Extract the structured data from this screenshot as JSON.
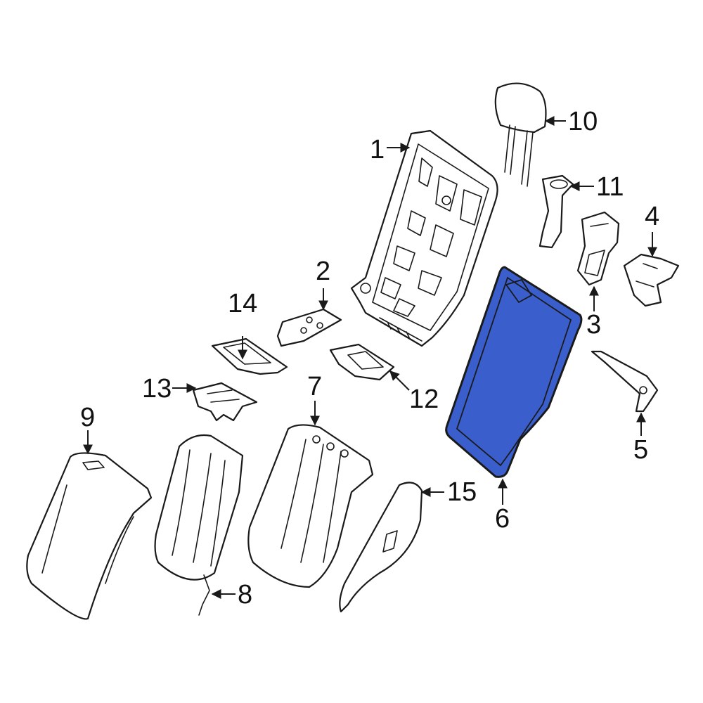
{
  "highlight_color": "#3a5fcd",
  "callouts": [
    {
      "id": "1",
      "label": "1"
    },
    {
      "id": "2",
      "label": "2"
    },
    {
      "id": "3",
      "label": "3"
    },
    {
      "id": "4",
      "label": "4"
    },
    {
      "id": "5",
      "label": "5"
    },
    {
      "id": "6",
      "label": "6"
    },
    {
      "id": "7",
      "label": "7"
    },
    {
      "id": "8",
      "label": "8"
    },
    {
      "id": "9",
      "label": "9"
    },
    {
      "id": "10",
      "label": "10"
    },
    {
      "id": "11",
      "label": "11"
    },
    {
      "id": "12",
      "label": "12"
    },
    {
      "id": "13",
      "label": "13"
    },
    {
      "id": "14",
      "label": "14"
    },
    {
      "id": "15",
      "label": "15"
    }
  ],
  "highlighted_part": "6"
}
